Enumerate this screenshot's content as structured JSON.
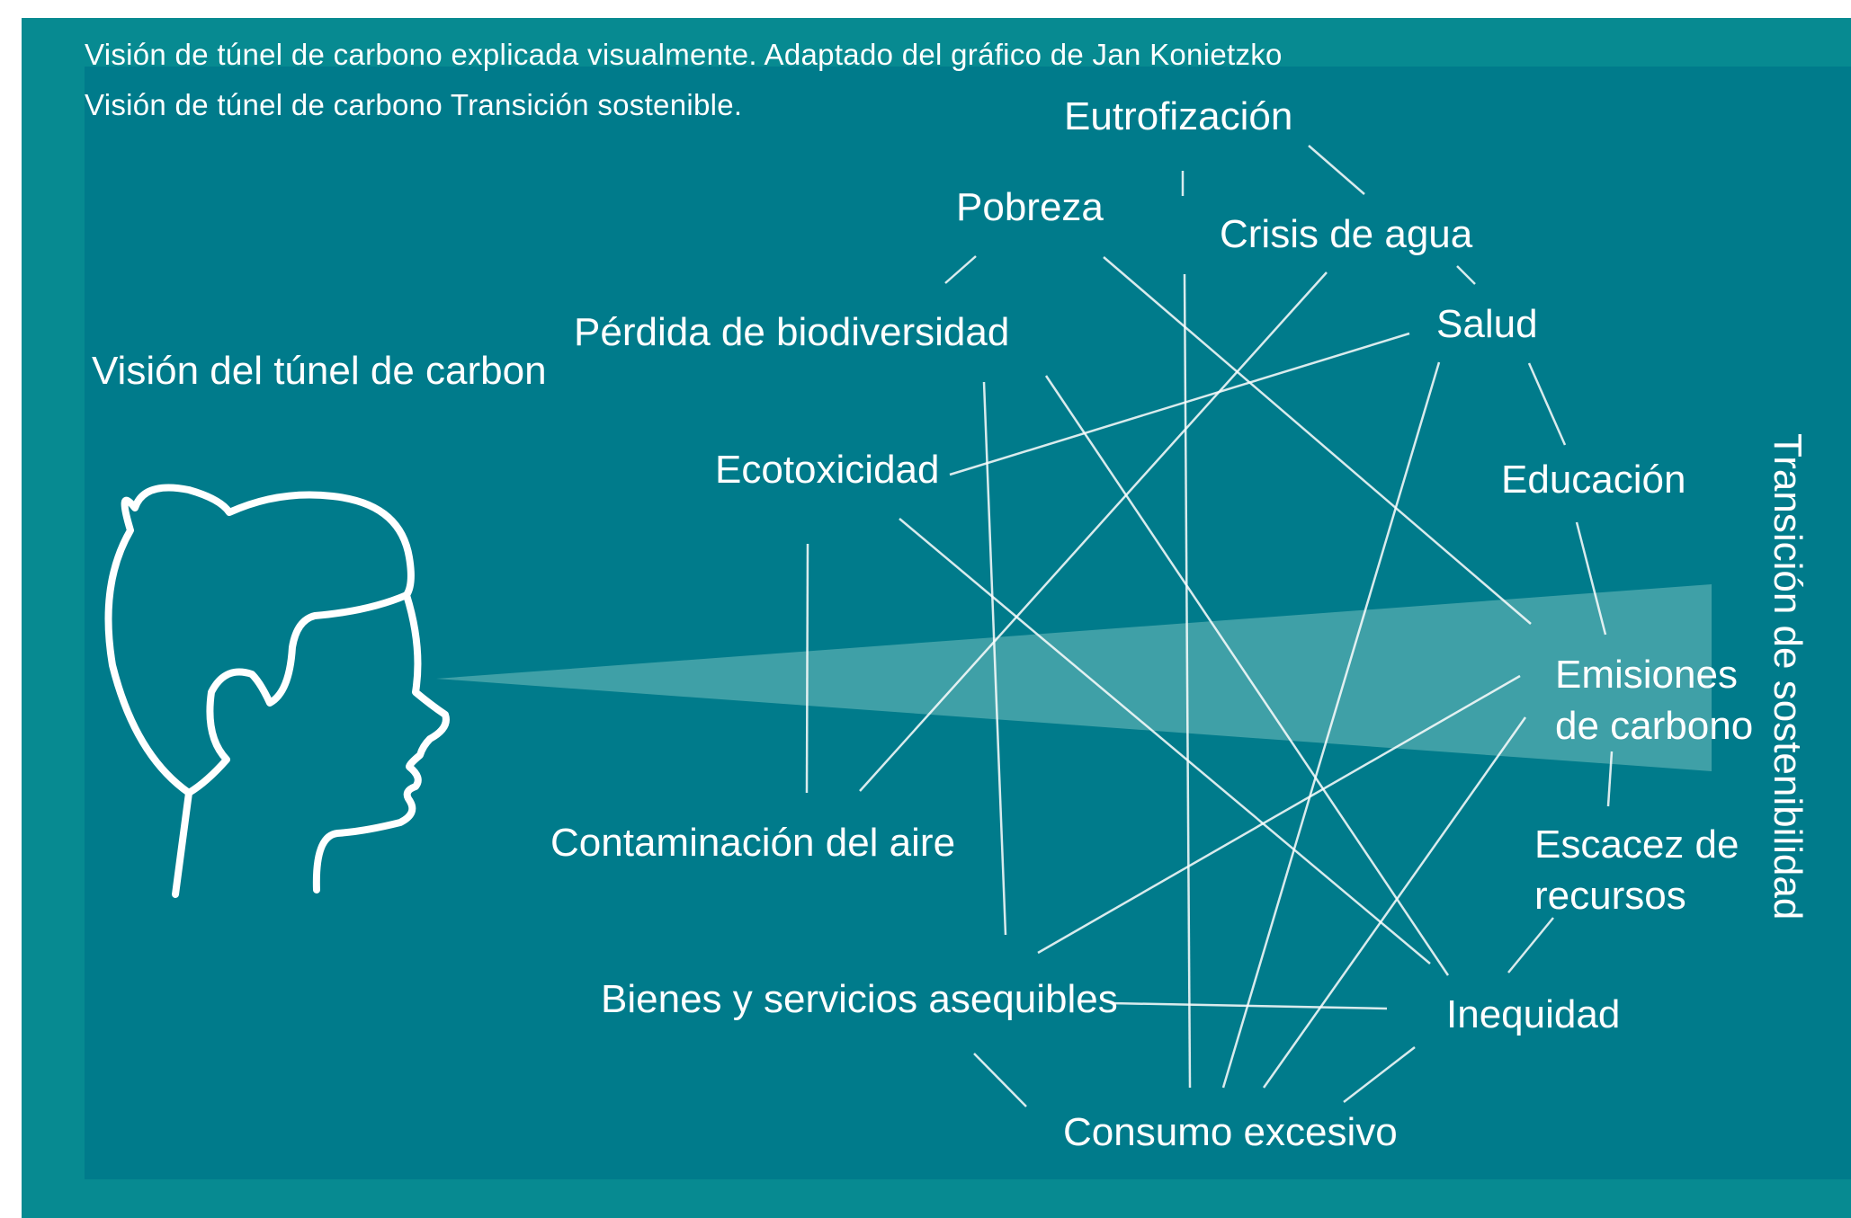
{
  "caption": {
    "line1": "Visión de túnel de carbono explicada visualmente. Adaptado del gráfico de Jan Konietzko",
    "line2": "Visión de túnel de carbono Transición sostenible."
  },
  "left_title": "Visión del túnel de carbon",
  "right_title": "Transición de sostenibilidad",
  "nodes": {
    "eutrofizacion": "Eutrofización",
    "pobreza": "Pobreza",
    "crisis_agua": "Crisis de agua",
    "biodiversidad": "Pérdida de biodiversidad",
    "salud": "Salud",
    "ecotoxicidad": "Ecotoxicidad",
    "educacion": "Educación",
    "emisiones_1": "Emisiones",
    "emisiones_2": "de carbono",
    "contaminacion": "Contaminación del aire",
    "escacez_1": "Escacez de",
    "escacez_2": "recursos",
    "bienes": "Bienes y servicios asequibles",
    "inequidad": "Inequidad",
    "consumo": "Consumo excesivo"
  },
  "colors": {
    "frame": "#078a91",
    "background": "#007b8b",
    "cone": "#5ab0b4",
    "text": "#ffffff"
  },
  "icons": [
    "head-profile-icon"
  ]
}
